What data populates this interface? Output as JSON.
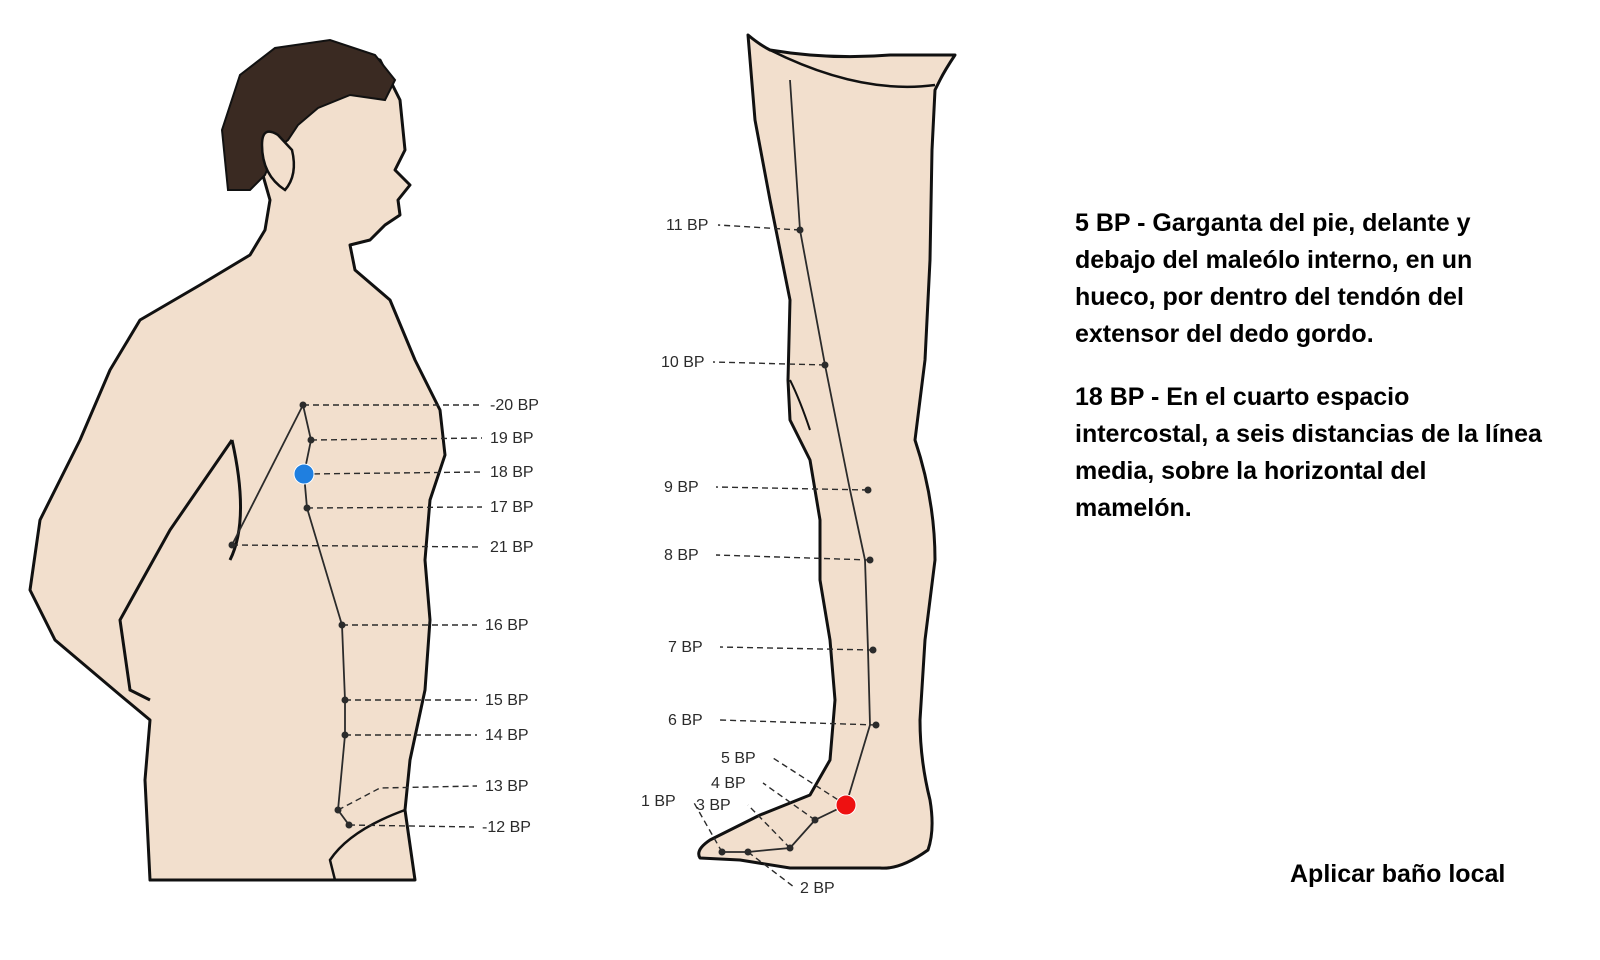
{
  "torso": {
    "points": [
      {
        "code": "20 BP",
        "label": "-20 BP"
      },
      {
        "code": "19 BP",
        "label": "19 BP"
      },
      {
        "code": "18 BP",
        "label": "18 BP"
      },
      {
        "code": "17 BP",
        "label": "17 BP"
      },
      {
        "code": "21 BP",
        "label": "21 BP"
      },
      {
        "code": "16 BP",
        "label": "16 BP"
      },
      {
        "code": "15 BP",
        "label": "15 BP"
      },
      {
        "code": "14 BP",
        "label": "14 BP"
      },
      {
        "code": "13 BP",
        "label": "13 BP"
      },
      {
        "code": "12 BP",
        "label": "-12 BP"
      }
    ],
    "highlight_color": "#1f7fe0"
  },
  "leg": {
    "points": [
      {
        "code": "11 BP",
        "label": "11 BP"
      },
      {
        "code": "10 BP",
        "label": "10 BP"
      },
      {
        "code": "9 BP",
        "label": "9 BP"
      },
      {
        "code": "8 BP",
        "label": "8 BP"
      },
      {
        "code": "7 BP",
        "label": "7 BP"
      },
      {
        "code": "6 BP",
        "label": "6 BP"
      },
      {
        "code": "5 BP",
        "label": "5 BP"
      },
      {
        "code": "4 BP",
        "label": "4 BP"
      },
      {
        "code": "3 BP",
        "label": "3 BP"
      },
      {
        "code": "1 BP",
        "label": "1 BP"
      },
      {
        "code": "2 BP",
        "label": "2 BP"
      }
    ],
    "highlight_color": "#ee1111"
  },
  "skin_color": "#f2dfcd",
  "hair_color": "#3a2a22",
  "description": [
    "5 BP - Garganta del pie, delante y debajo del maleólo interno, en un hueco, por dentro del tendón del extensor del dedo gordo.",
    "18 BP - En el cuarto espacio intercostal, a seis distancias de la línea media, sobre la horizontal del mamelón."
  ],
  "note": "Aplicar baño local"
}
